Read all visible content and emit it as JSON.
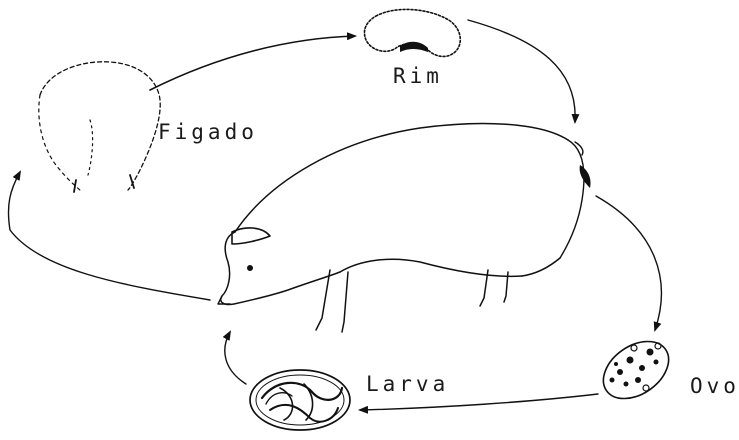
{
  "labels": {
    "rim": "Rim",
    "figado": "Figado",
    "larva": "Larva",
    "ovo": "Ovo"
  },
  "colors": {
    "ink": "#111111",
    "background": "#ffffff"
  }
}
